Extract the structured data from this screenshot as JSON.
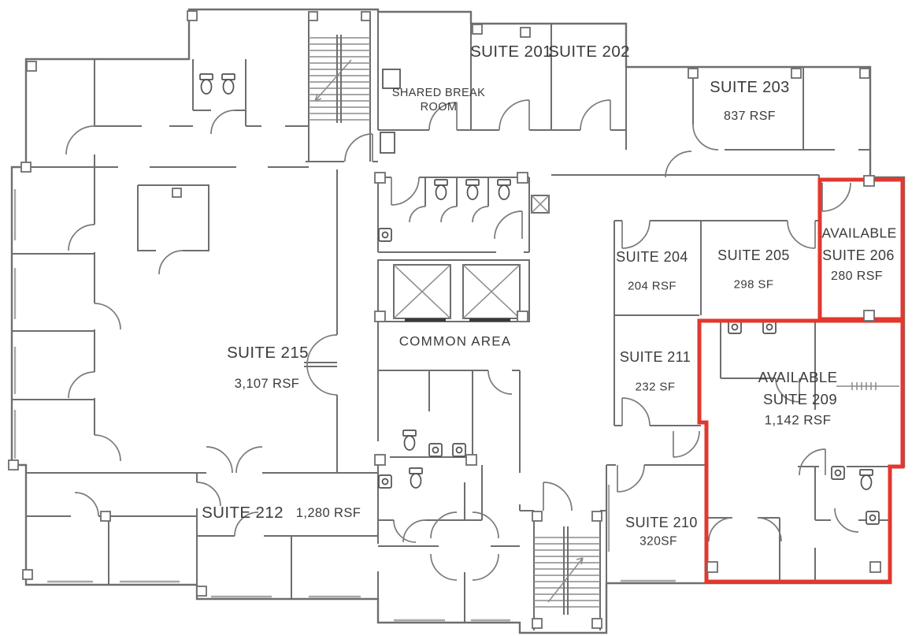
{
  "colors": {
    "wall": "#6e6e6e",
    "text": "#3b3b3b",
    "highlight": "#e2382e"
  },
  "rooms": {
    "suite201": {
      "name": "SUITE 201"
    },
    "suite202": {
      "name": "SUITE 202"
    },
    "suite203": {
      "name": "SUITE 203",
      "area": "837 RSF"
    },
    "suite204": {
      "name": "SUITE 204",
      "area": "204 RSF"
    },
    "suite205": {
      "name": "SUITE 205",
      "area": "298 SF"
    },
    "suite206": {
      "status": "AVAILABLE",
      "name": "SUITE 206",
      "area": "280 RSF"
    },
    "suite209": {
      "status": "AVAILABLE",
      "name": "SUITE 209",
      "area": "1,142 RSF"
    },
    "suite210": {
      "name": "SUITE 210",
      "area": "320SF"
    },
    "suite211": {
      "name": "SUITE 211",
      "area": "232 SF"
    },
    "suite212": {
      "name": "SUITE 212",
      "area": "1,280 RSF"
    },
    "suite215": {
      "name": "SUITE 215",
      "area": "3,107 RSF"
    },
    "break_room": {
      "line1": "SHARED BREAK",
      "line2": "ROOM"
    },
    "common_area": {
      "name": "COMMON AREA"
    }
  }
}
